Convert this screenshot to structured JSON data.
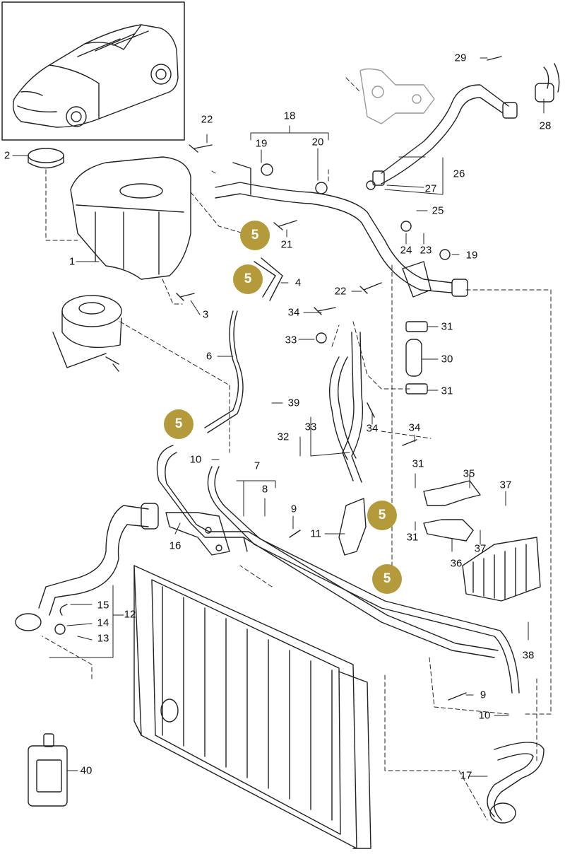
{
  "colors": {
    "badge": "#b59a3c",
    "line": "#222222"
  },
  "labels": {
    "l1": "1",
    "l2": "2",
    "l3": "3",
    "l4": "4",
    "l6": "6",
    "l7": "7",
    "l8": "8",
    "l9a": "9",
    "l9b": "9",
    "l10a": "10",
    "l10b": "10",
    "l11": "11",
    "l12": "12",
    "l13": "13",
    "l14": "14",
    "l15": "15",
    "l16": "16",
    "l17": "17",
    "l18": "18",
    "l19a": "19",
    "l19b": "19",
    "l20": "20",
    "l21": "21",
    "l22a": "22",
    "l22b": "22",
    "l23": "23",
    "l24": "24",
    "l25": "25",
    "l26": "26",
    "l27": "27",
    "l28": "28",
    "l29": "29",
    "l30": "30",
    "l31a": "31",
    "l31b": "31",
    "l31c": "31",
    "l31d": "31",
    "l32": "32",
    "l33a": "33",
    "l33b": "33",
    "l34a": "34",
    "l34b": "34",
    "l34c": "34",
    "l35": "35",
    "l36": "36",
    "l37a": "37",
    "l37b": "37",
    "l38": "38",
    "l39": "39",
    "l40": "40"
  },
  "badges": {
    "b1": "5",
    "b2": "5",
    "b3": "5",
    "b4": "5",
    "b5": "5"
  }
}
